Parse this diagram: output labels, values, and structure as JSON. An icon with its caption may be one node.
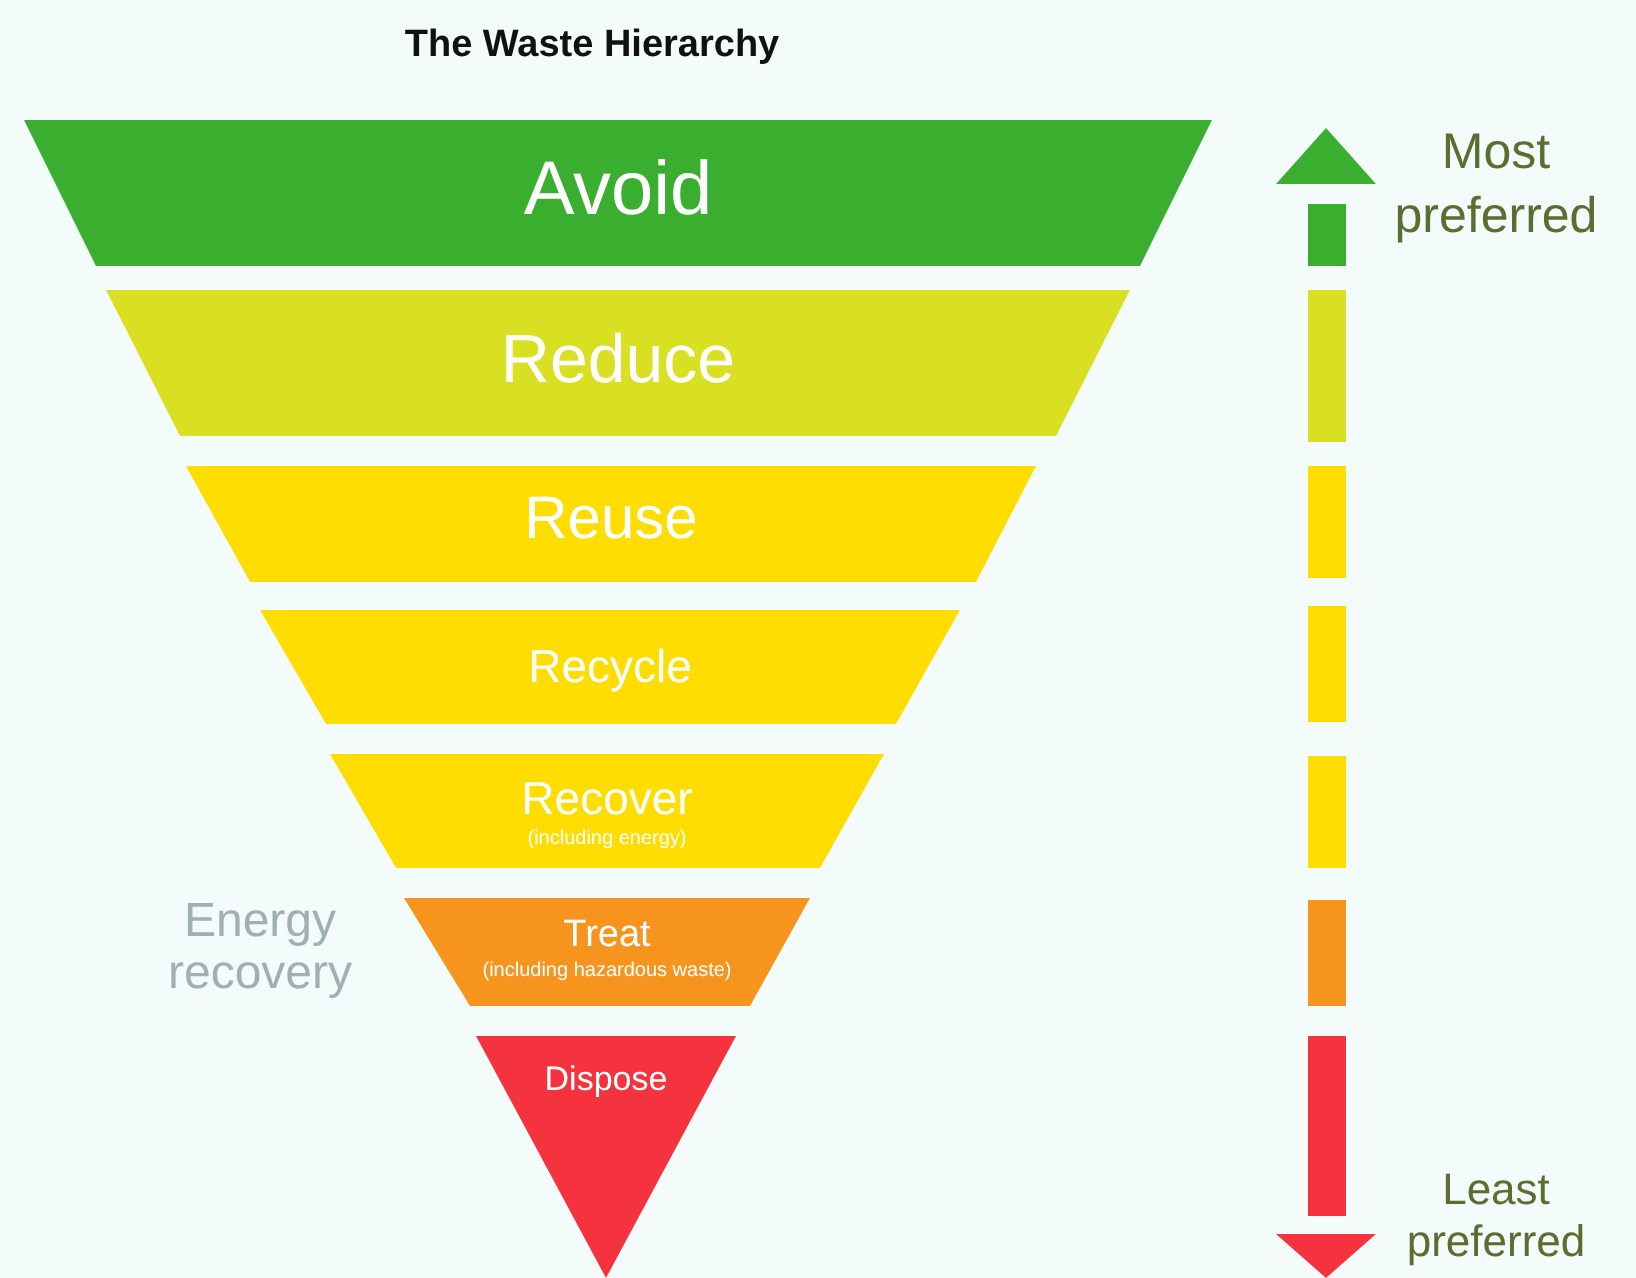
{
  "diagram": {
    "title": "The Waste Hierarchy",
    "nodes": [
      {
        "text": [
          "Avoid"
        ]
      },
      {
        "text": [
          "Reduce"
        ]
      },
      {
        "text": [
          "Reuse"
        ]
      },
      {
        "text": [
          "Recycle"
        ]
      },
      {
        "text": [
          "Recover",
          "(including energy)"
        ]
      },
      {
        "text": [
          "Treat",
          "(including hazardous waste)"
        ]
      },
      {
        "text": [
          "Dispose"
        ]
      }
    ],
    "labels": [
      "Energy recovery",
      "Most preferred",
      "Least preferred"
    ]
  }
}
